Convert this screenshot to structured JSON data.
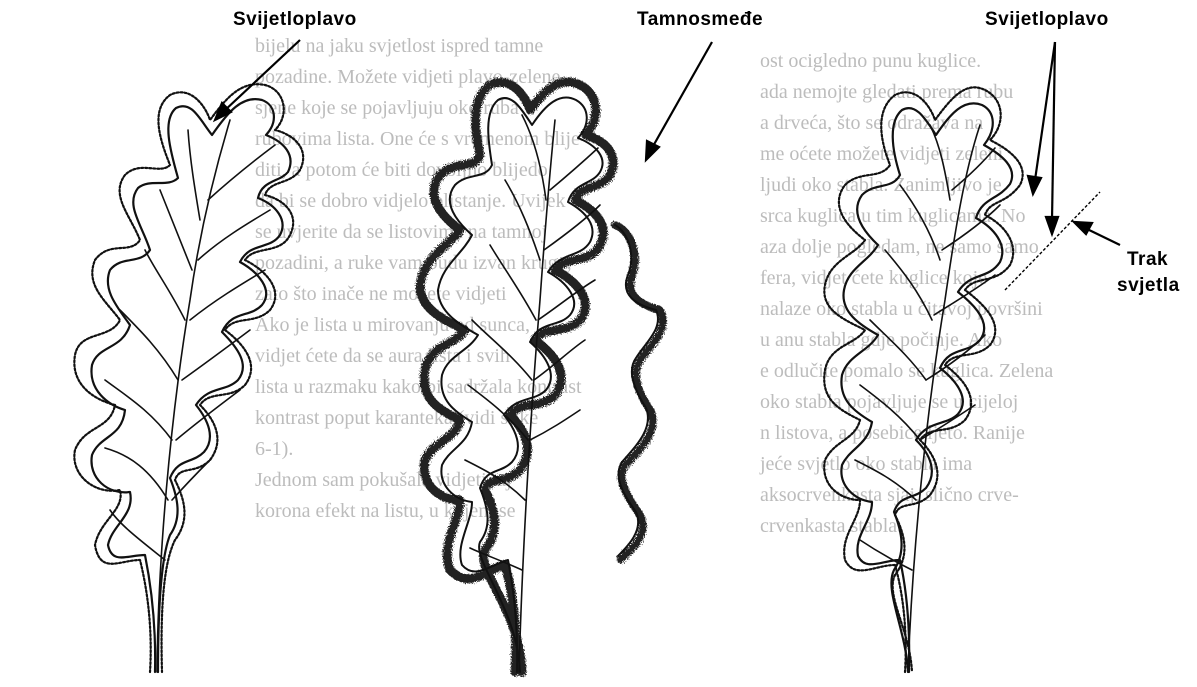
{
  "labels": {
    "left": "Svijetloplavo",
    "middle": "Tamnosmeđe",
    "right": "Svijetloplavo",
    "trak_line1": "Trak",
    "trak_line2": "svjetla"
  },
  "background_text": {
    "column_left": [
      "bijelu na jaku svjetlost ispred tamne",
      "pozadine. Možete vidjeti plavo-zelene",
      "sjene koje se pojavljuju oko ruba",
      "rubovima lista. One će s vremenom blije-",
      "diti, a potom će biti dovoljno blijedo",
      "da bi se dobro vidjelo blistanje. Uvijek",
      "se uvjerite da se listovima na tamnoj",
      "pozadini, a ruke vam budu izvan kruga,",
      "zato što inače ne možete vidjeti",
      "Ako je lista u mirovanju od sunca,",
      "vidjet ćete da se aura lista i svih",
      "lista u razmaku kako bi sadržala kontrast",
      "kontrast poput karanteka (vidi slike",
      "6-1).",
      "Jednom sam pokušala vidjeti taj",
      "korona efekt na listu, u kojem se"
    ],
    "column_right": [
      "ost ocigledno punu kuglice.",
      "ada nemojte gledati prema rubu",
      "a drveća, što se odražava na",
      "me oćete možete vidjeti zeleni",
      "ljudi oko stabla. Zanimljivo je",
      "srca kuglica u tim kuglicama. No",
      "aza dolje pogledam, ne samo samo",
      "fera, vidjet ćete kuglice koje",
      "nalaze oko stabla u čitavoj površini",
      "u anu stabla gdje počinje. Ako",
      "e odlučite pomalo se kuglica. Zelena",
      "oko stabla pojavljuje se u cijeloj",
      "n listova, a posebice ljeto. Ranije",
      "jeće svjetlo oko stabla ima",
      "aksocrvenkasta sjaj, slično crve-",
      "crvenkasta stabla."
    ]
  }
}
